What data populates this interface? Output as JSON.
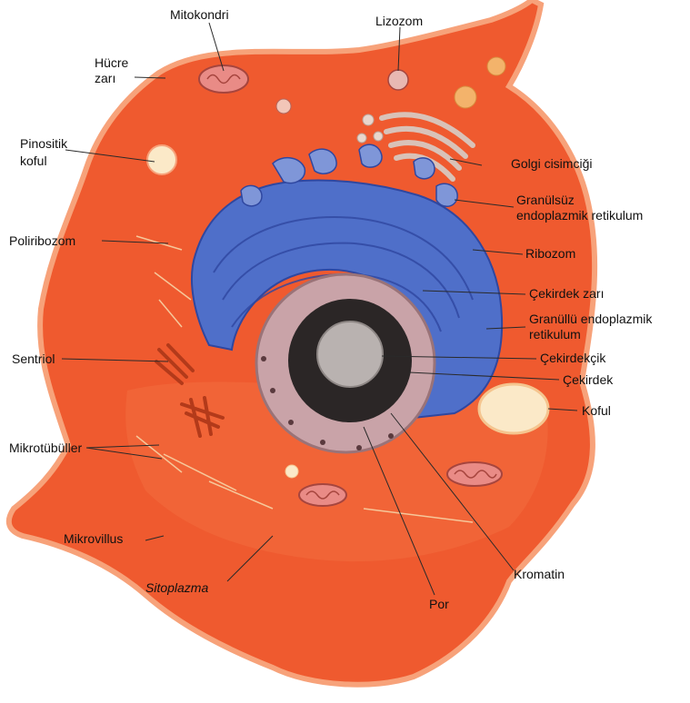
{
  "colors": {
    "cytoplasm": "#ef5a2f",
    "cytoplasm_light": "#f47a4e",
    "membrane_edge": "#f7a27a",
    "er_blue": "#4f6fc9",
    "er_blue_dark": "#2f47a0",
    "nucleus_envelope": "#c9a3a8",
    "nucleoplasm": "#2b2626",
    "nucleolus": "#b9b2b0",
    "vacuole": "#fbe9c8",
    "mito": "#e98b86",
    "label_text": "#111111"
  },
  "labels": {
    "mitochondria": "Mitokondri",
    "lysosome": "Lizozom",
    "cell_membrane_1": "Hücre",
    "cell_membrane_2": "zarı",
    "pinocytic_1": "Pinositik",
    "pinocytic_2": "koful",
    "golgi": "Golgi cisimciği",
    "smooth_er_1": "Granülsüz",
    "smooth_er_2": "endoplazmik retikulum",
    "polyribosome": "Poliribozom",
    "ribosome": "Ribozom",
    "nuclear_envelope": "Çekirdek zarı",
    "rough_er_1": "Granüllü  endoplazmik",
    "rough_er_2": "retikulum",
    "centriole": "Sentriol",
    "nucleolus": "Çekirdekçik",
    "nucleus": "Çekirdek",
    "vacuole": "Koful",
    "microtubules": "Mikrotübüller",
    "microvillus": "Mikrovillus",
    "cytoplasm": "Sitoplazma",
    "chromatin": "Kromatin",
    "pore": "Por"
  }
}
